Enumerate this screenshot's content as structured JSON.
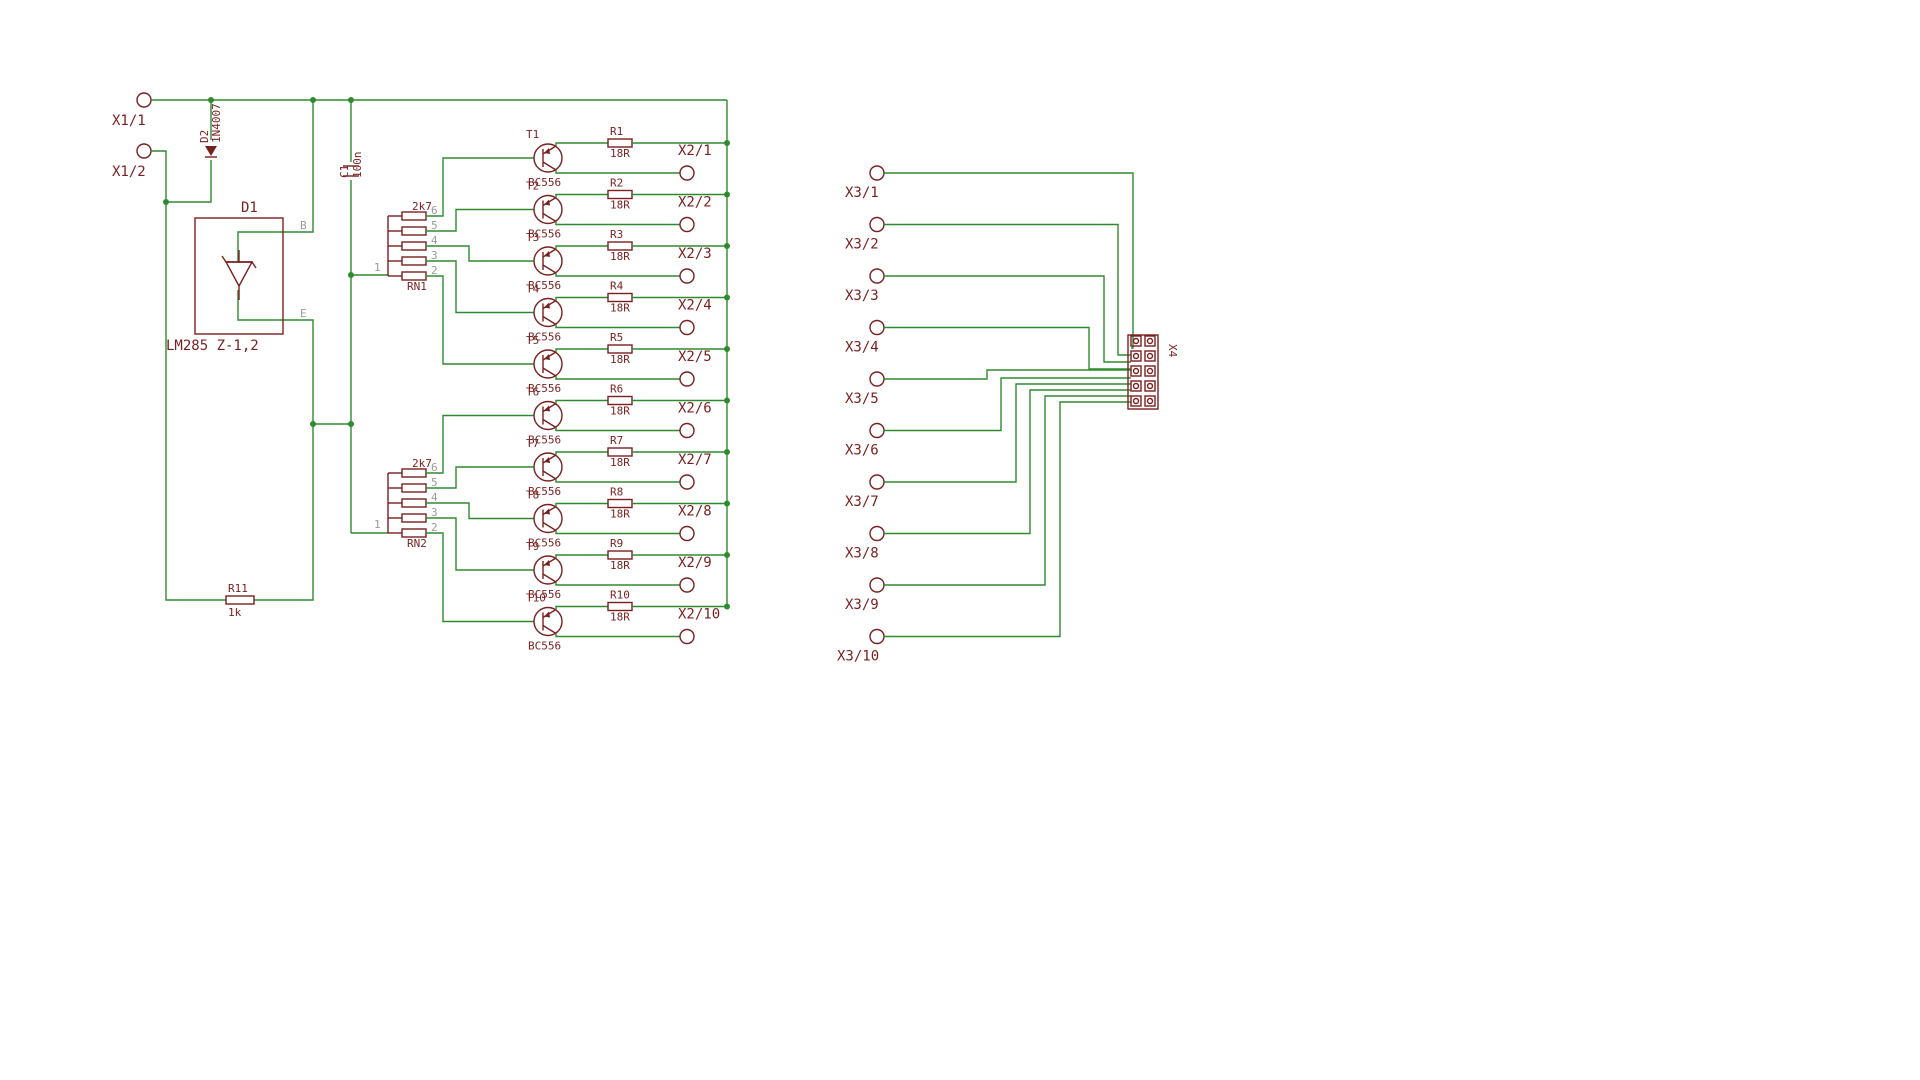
{
  "x1_labels": [
    "X1/1",
    "X1/2"
  ],
  "diode_d2": {
    "name": "D2",
    "value": "1N4007"
  },
  "reference_d1": {
    "name": "D1",
    "value": "LM285 Z-1,2",
    "pin_b": "B",
    "pin_e": "E"
  },
  "capacitor_c1": {
    "name": "C1",
    "value": "100n"
  },
  "resistor_r11": {
    "name": "R11",
    "value": "1k"
  },
  "networks": [
    {
      "name": "RN1",
      "value": "2k7",
      "common_pin": "1",
      "pins": [
        "6",
        "5",
        "4",
        "3",
        "2"
      ]
    },
    {
      "name": "RN2",
      "value": "2k7",
      "common_pin": "1",
      "pins": [
        "6",
        "5",
        "4",
        "3",
        "2"
      ]
    }
  ],
  "channels": [
    {
      "transistor": "T1",
      "type": "BC556",
      "resistor": "R1",
      "value": "18R",
      "terminal": "X2/1"
    },
    {
      "transistor": "T2",
      "type": "BC556",
      "resistor": "R2",
      "value": "18R",
      "terminal": "X2/2"
    },
    {
      "transistor": "T3",
      "type": "BC556",
      "resistor": "R3",
      "value": "18R",
      "terminal": "X2/3"
    },
    {
      "transistor": "T4",
      "type": "BC556",
      "resistor": "R4",
      "value": "18R",
      "terminal": "X2/4"
    },
    {
      "transistor": "T5",
      "type": "BC556",
      "resistor": "R5",
      "value": "18R",
      "terminal": "X2/5"
    },
    {
      "transistor": "T6",
      "type": "BC556",
      "resistor": "R6",
      "value": "18R",
      "terminal": "X2/6"
    },
    {
      "transistor": "T7",
      "type": "BC556",
      "resistor": "R7",
      "value": "18R",
      "terminal": "X2/7"
    },
    {
      "transistor": "T8",
      "type": "BC556",
      "resistor": "R8",
      "value": "18R",
      "terminal": "X2/8"
    },
    {
      "transistor": "T9",
      "type": "BC556",
      "resistor": "R9",
      "value": "18R",
      "terminal": "X2/9"
    },
    {
      "transistor": "T10",
      "type": "BC556",
      "resistor": "R10",
      "value": "18R",
      "terminal": "X2/10"
    }
  ],
  "x3_labels": [
    "X3/1",
    "X3/2",
    "X3/3",
    "X3/4",
    "X3/5",
    "X3/6",
    "X3/7",
    "X3/8",
    "X3/9",
    "X3/10"
  ],
  "header_x4": {
    "name": "X4"
  },
  "colors": {
    "wire": "#2f8a2f",
    "part": "#7a1f1f",
    "pin_text": "#9a9a9a",
    "background": "#ffffff"
  }
}
